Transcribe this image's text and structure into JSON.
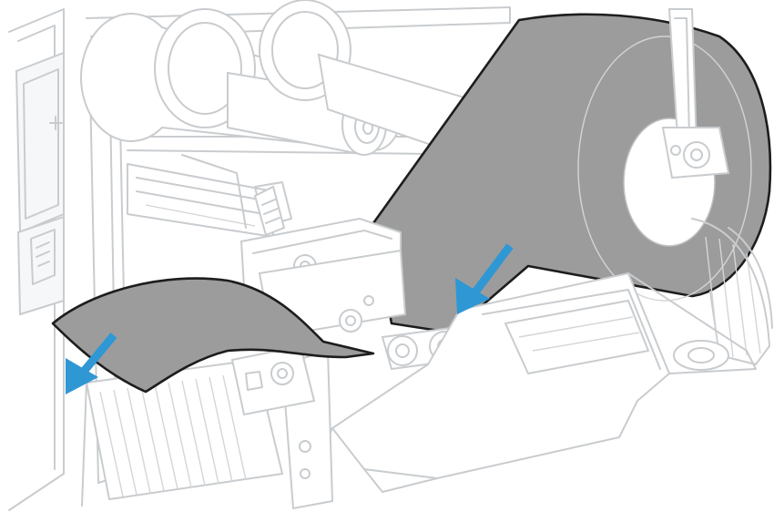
{
  "illustration": {
    "media_fill": "#9c9c9c",
    "media_outline": "#1d1d1d",
    "line_art": "#c9cccf",
    "arrow_color": "#2f97d4",
    "arrows": [
      {
        "name": "arrow-into-printhead",
        "direction": "down-left"
      },
      {
        "name": "arrow-out-of-printer",
        "direction": "down-left"
      }
    ]
  }
}
